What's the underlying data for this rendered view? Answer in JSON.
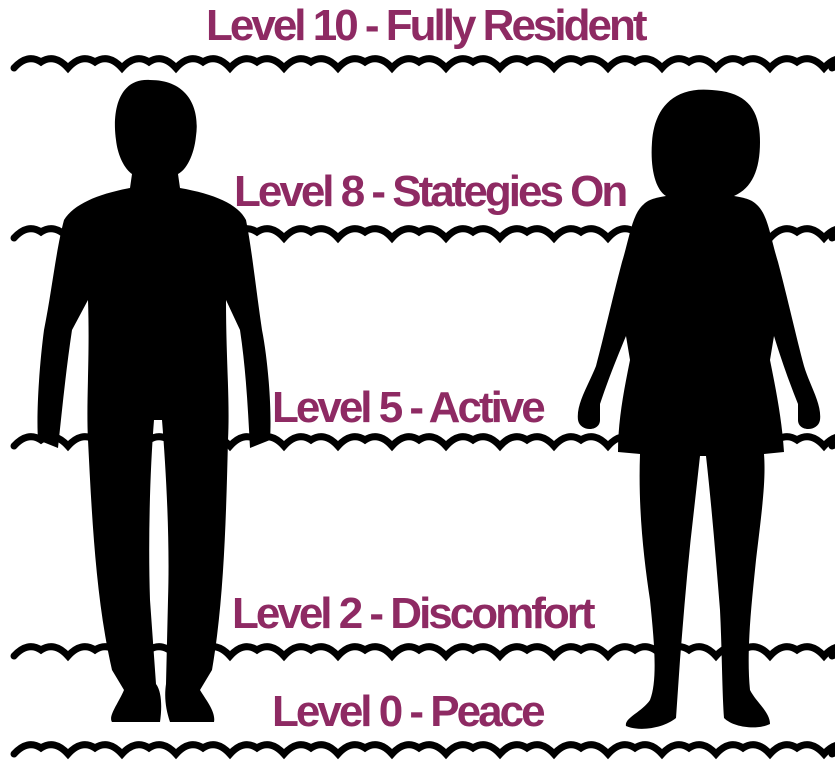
{
  "diagram": {
    "levels": [
      {
        "label": "Level 10 - Fully Resident"
      },
      {
        "label": "Level 8 - Stategies On"
      },
      {
        "label": "Level 5 - Active"
      },
      {
        "label": "Level 2 -  Discomfort"
      },
      {
        "label": "Level 0 - Peace"
      }
    ],
    "colors": {
      "label": "#8e2a63",
      "ink": "#000000",
      "background": "#ffffff"
    },
    "figures": [
      "man-silhouette",
      "woman-silhouette"
    ]
  }
}
